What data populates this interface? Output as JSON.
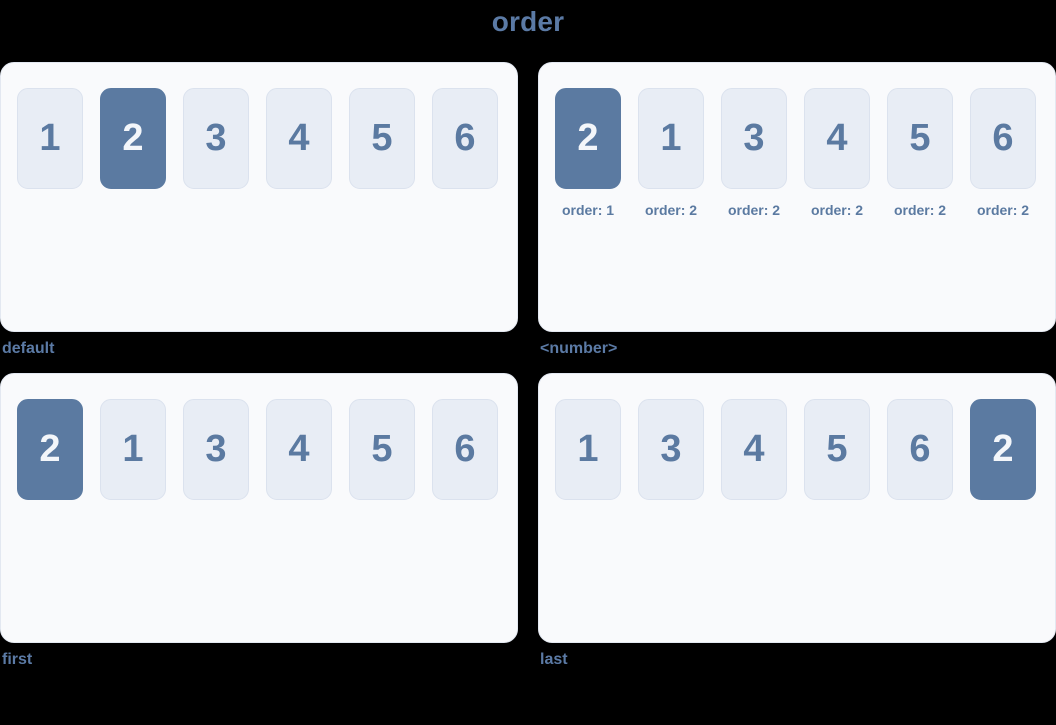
{
  "page": {
    "title": "order"
  },
  "colors": {
    "background": "#000000",
    "accent": "#5b7aa5",
    "panel_bg": "#f9fafc",
    "panel_border": "#e3e8f1",
    "item_bg": "#e8edf5",
    "item_border": "#dbe2ee",
    "item_text": "#5b7aa1",
    "highlight_bg": "#5b7aa1",
    "highlight_text": "#f3f6fa"
  },
  "panels": [
    {
      "label": "default",
      "items": [
        {
          "text": "1",
          "highlighted": false
        },
        {
          "text": "2",
          "highlighted": true
        },
        {
          "text": "3",
          "highlighted": false
        },
        {
          "text": "4",
          "highlighted": false
        },
        {
          "text": "5",
          "highlighted": false
        },
        {
          "text": "6",
          "highlighted": false
        }
      ]
    },
    {
      "label": "<number>",
      "items": [
        {
          "text": "2",
          "highlighted": true,
          "order_label": "order: 1"
        },
        {
          "text": "1",
          "highlighted": false,
          "order_label": "order: 2"
        },
        {
          "text": "3",
          "highlighted": false,
          "order_label": "order: 2"
        },
        {
          "text": "4",
          "highlighted": false,
          "order_label": "order: 2"
        },
        {
          "text": "5",
          "highlighted": false,
          "order_label": "order: 2"
        },
        {
          "text": "6",
          "highlighted": false,
          "order_label": "order: 2"
        }
      ]
    },
    {
      "label": "first",
      "items": [
        {
          "text": "2",
          "highlighted": true
        },
        {
          "text": "1",
          "highlighted": false
        },
        {
          "text": "3",
          "highlighted": false
        },
        {
          "text": "4",
          "highlighted": false
        },
        {
          "text": "5",
          "highlighted": false
        },
        {
          "text": "6",
          "highlighted": false
        }
      ]
    },
    {
      "label": "last",
      "items": [
        {
          "text": "1",
          "highlighted": false
        },
        {
          "text": "3",
          "highlighted": false
        },
        {
          "text": "4",
          "highlighted": false
        },
        {
          "text": "5",
          "highlighted": false
        },
        {
          "text": "6",
          "highlighted": false
        },
        {
          "text": "2",
          "highlighted": true
        }
      ]
    }
  ]
}
